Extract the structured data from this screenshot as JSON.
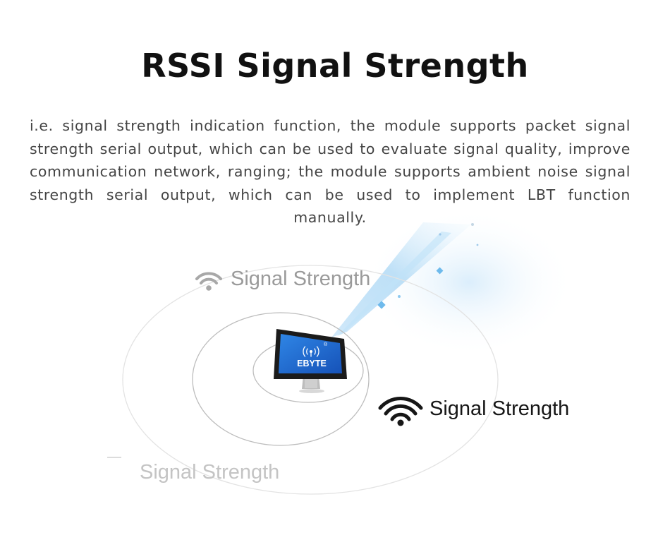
{
  "title": "RSSI Signal Strength",
  "description": "i.e. signal strength indication function, the module supports packet signal strength serial output, which can be used to evaluate signal quality, improve communication network, ranging; the module supports ambient noise signal strength serial output, which can be used to implement LBT function manually.",
  "labels": {
    "top": "Signal Strength",
    "right": "Signal Strength",
    "bottom": "Signal Strength"
  },
  "monitor": {
    "brand": "EBYTE",
    "registered_mark": "®"
  },
  "colors": {
    "screen_blue": "#1a63c9",
    "beam_blue": "#9fd0f2",
    "wifi_dark": "#161616",
    "wifi_light": "#a8a8a8"
  },
  "icons": [
    "wifi-icon",
    "wifi-icon",
    "wireless-broadcast-icon"
  ]
}
